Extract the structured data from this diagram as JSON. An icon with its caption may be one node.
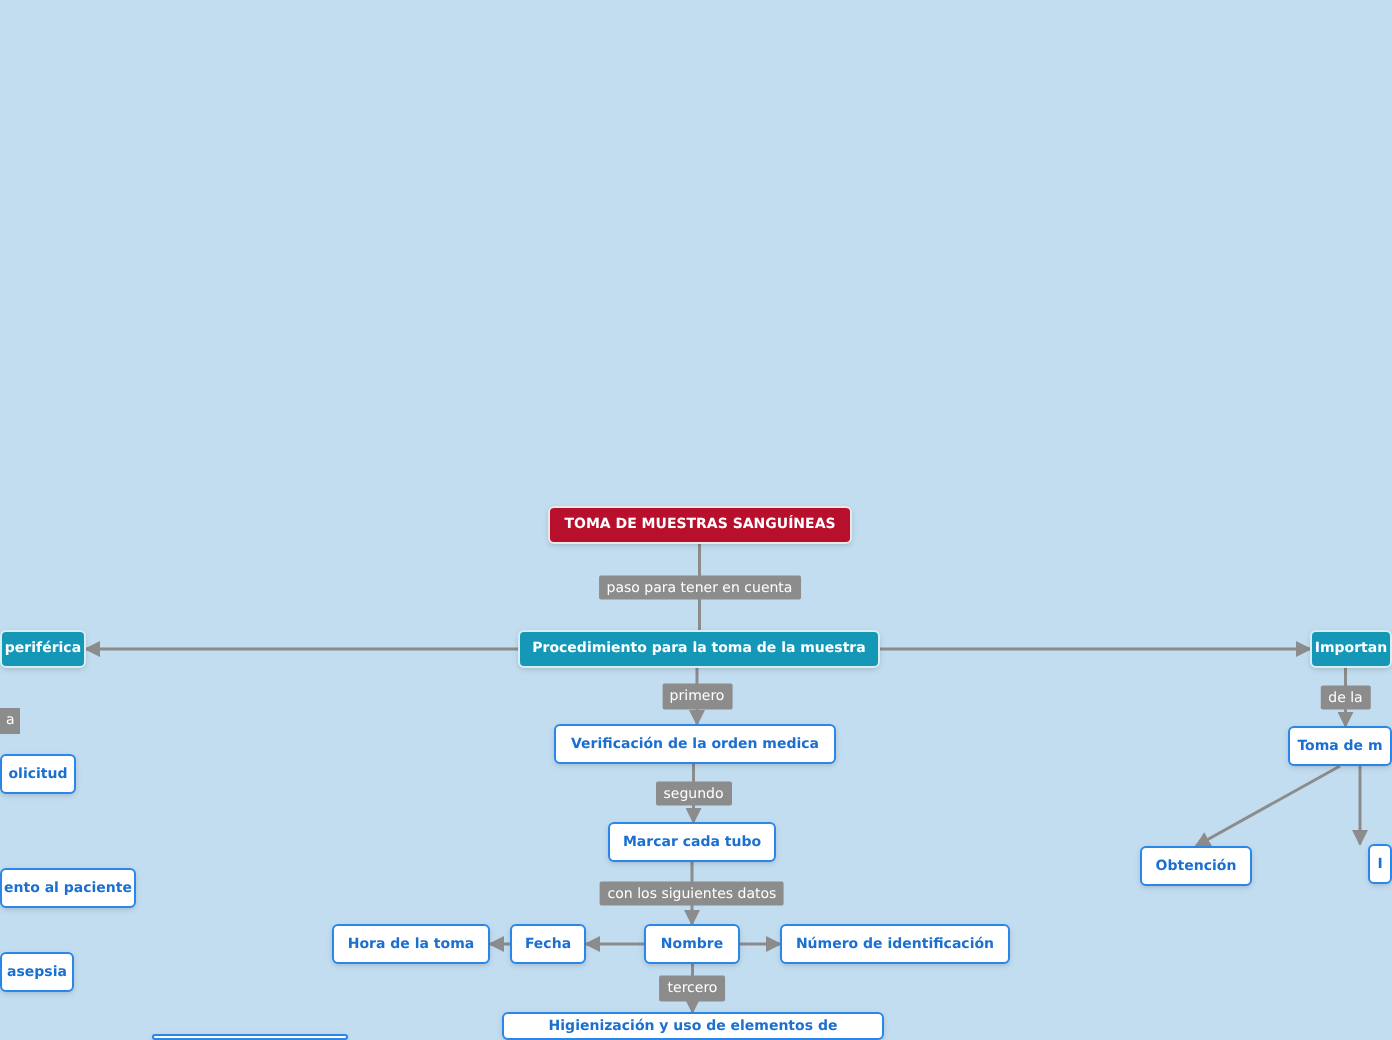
{
  "diagram": {
    "nodes": [
      {
        "text": [
          "TOMA DE MUESTRAS SANGUÍNEAS"
        ]
      },
      {
        "text": [
          "Procedimiento para la toma de la muestra"
        ]
      },
      {
        "text": [
          "periférica"
        ]
      },
      {
        "text": [
          "Importan"
        ]
      },
      {
        "text": [
          "Verificación de la orden medica"
        ]
      },
      {
        "text": [
          "Marcar cada tubo"
        ]
      },
      {
        "text": [
          "Nombre"
        ]
      },
      {
        "text": [
          "Fecha"
        ]
      },
      {
        "text": [
          "Hora de la toma"
        ]
      },
      {
        "text": [
          "Número de identificación"
        ]
      },
      {
        "text": [
          "Higienización y uso de elementos de"
        ]
      },
      {
        "text": [
          "olicitud"
        ]
      },
      {
        "text": [
          "ento al paciente"
        ]
      },
      {
        "text": [
          "asepsia"
        ]
      },
      {
        "text": [
          "Toma de m"
        ]
      },
      {
        "text": [
          "Obtención"
        ]
      },
      {
        "text": [
          "I"
        ]
      },
      {
        "text": [],
        "shape": "box"
      }
    ],
    "edges": [
      {
        "from": 0,
        "to": 1,
        "arrow": "none",
        "label": "paso para tener en cuenta"
      },
      {
        "from": 1,
        "to": 2,
        "arrow": "to"
      },
      {
        "from": 1,
        "to": 3,
        "arrow": "to"
      },
      {
        "from": 1,
        "to": 4,
        "arrow": "to",
        "label": "primero"
      },
      {
        "from": 4,
        "to": 5,
        "arrow": "to",
        "label": "segundo"
      },
      {
        "from": 5,
        "to": 6,
        "arrow": "to",
        "label": "con los siguientes datos"
      },
      {
        "from": 6,
        "to": 7,
        "arrow": "to"
      },
      {
        "from": 7,
        "to": 8,
        "arrow": "to"
      },
      {
        "from": 6,
        "to": 9,
        "arrow": "to"
      },
      {
        "from": 6,
        "to": 10,
        "arrow": "to",
        "label": "tercero"
      },
      {
        "from": 3,
        "to": 14,
        "arrow": "to",
        "label": "de la"
      },
      {
        "from": 14,
        "to": 15,
        "arrow": "to"
      },
      {
        "from": 14,
        "to": 16,
        "arrow": "to"
      }
    ],
    "labels": [
      "a"
    ]
  }
}
